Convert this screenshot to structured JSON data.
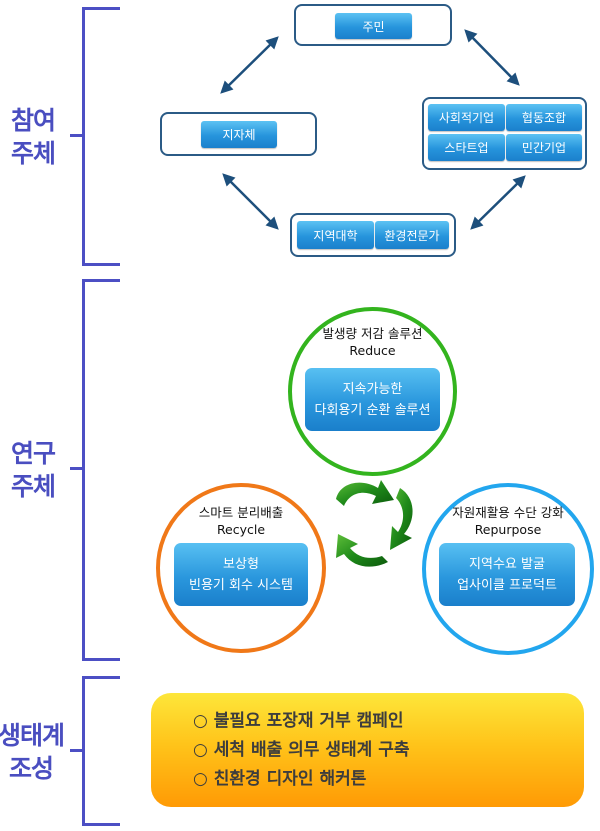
{
  "sections": [
    {
      "label_line1": "참여",
      "label_line2": "주체"
    },
    {
      "label_line1": "연구",
      "label_line2": "주체"
    },
    {
      "label_line1": "생태계",
      "label_line2": "조성"
    }
  ],
  "participants": {
    "residents": "주민",
    "local_gov": "지자체",
    "enterprises": [
      "사회적기업",
      "협동조합",
      "스타트업",
      "민간기업"
    ],
    "academia": [
      "지역대학",
      "환경전문가"
    ]
  },
  "research": {
    "reduce": {
      "title": "발생량 저감 솔루션",
      "subtitle": "Reduce",
      "line1": "지속가능한",
      "line2": "다회용기 순환 솔루션",
      "color": "#33b41e"
    },
    "recycle": {
      "title": "스마트 분리배출",
      "subtitle": "Recycle",
      "line1": "보상형",
      "line2": "빈용기 회수 시스템",
      "color": "#f07818"
    },
    "repurpose": {
      "title": "자원재활용 수단 강화",
      "subtitle": "Repurpose",
      "line1": "지역수요 발굴",
      "line2": "업사이클 프로덕트",
      "color": "#22a6ee"
    },
    "recycle_icon": "recycle-arrows-icon"
  },
  "ecosystem": {
    "bullet": "○",
    "items": [
      "불필요 포장재 거부 캠페인",
      "세척 배출 의무 생태계 구축",
      "친환경 디자인 해커톤"
    ]
  },
  "colors": {
    "bracket": "#4c4fc4",
    "frame": "#2b5b86",
    "pill": "#2694dc",
    "arrow": "#1d4f7c"
  }
}
